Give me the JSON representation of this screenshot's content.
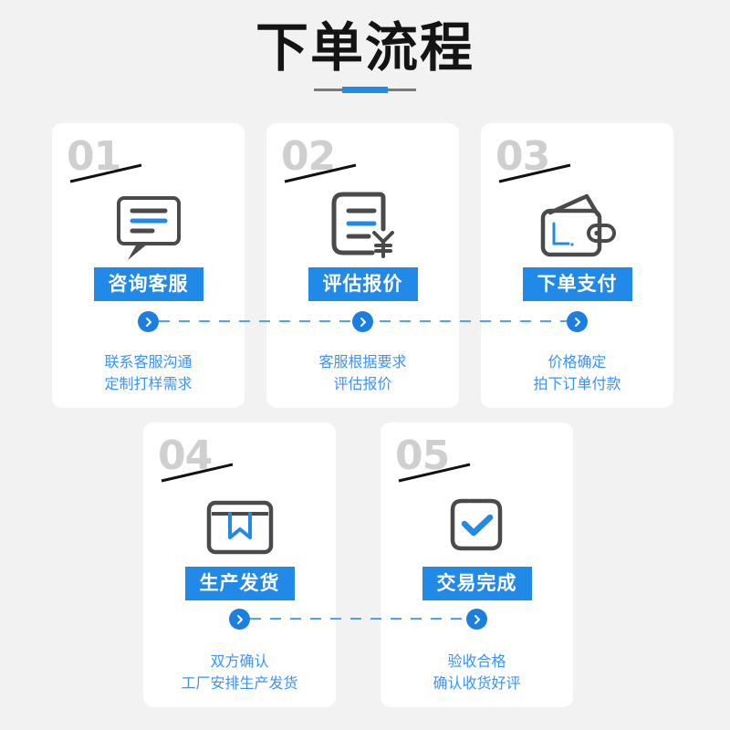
{
  "header": {
    "title": "下单流程",
    "rule": {
      "gray_color": "#7a7a7a",
      "blue_color": "#2189e8"
    }
  },
  "theme": {
    "background": "#f2f2f2",
    "card_background": "#ffffff",
    "accent_blue": "#2189e8",
    "text_blue": "#3d93f5",
    "number_gray": "#cfcfcf",
    "icon_dark": "#4a4a4a",
    "icon_blue": "#2189e8"
  },
  "steps": [
    {
      "number": "01",
      "icon": "chat-bubble-icon",
      "badge": "咨询客服",
      "desc_line1": "联系客服沟通",
      "desc_line2": "定制打样需求"
    },
    {
      "number": "02",
      "icon": "invoice-yen-icon",
      "badge": "评估报价",
      "desc_line1": "客服根据要求",
      "desc_line2": "评估报价"
    },
    {
      "number": "03",
      "icon": "wallet-icon",
      "badge": "下单支付",
      "desc_line1": "价格确定",
      "desc_line2": "拍下订单付款"
    },
    {
      "number": "04",
      "icon": "package-box-icon",
      "badge": "生产发货",
      "desc_line1": "双方确认",
      "desc_line2": "工厂安排生产发货"
    },
    {
      "number": "05",
      "icon": "checkbox-check-icon",
      "badge": "交易完成",
      "desc_line1": "验收合格",
      "desc_line2": "确认收货好评"
    }
  ],
  "connectors": {
    "arrow_glyph": "chevron-right-icon",
    "dash_color": "#53a2f0",
    "dot_color": "#1a7fe0"
  }
}
